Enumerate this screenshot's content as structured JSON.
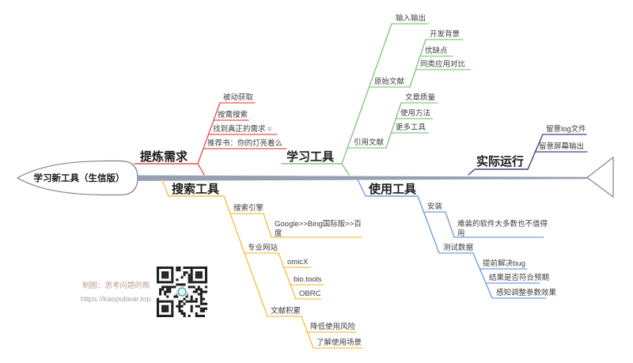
{
  "colors": {
    "red": "#e2574d",
    "yellow": "#f6c142",
    "green": "#85c97d",
    "blue": "#6f9fe0",
    "purple": "#45427e",
    "spine": "#97a0b0",
    "outline": "#7d8594",
    "qr_accent": "#45b8ae"
  },
  "center": {
    "title": "学习新工具（生信版）"
  },
  "branches": {
    "refine": {
      "label": "提炼需求",
      "items": {
        "passive": "被动获取",
        "on_demand": "按需搜索",
        "real_need": "找到真正的需求",
        "real_need_icon": "≡",
        "book": "推荐书：你的灯亮着么"
      }
    },
    "learn": {
      "label": "学习工具",
      "items": {
        "io": "输入输出",
        "original_paper": "原始文献",
        "dev_background": "开发背景",
        "pros_cons": "优缺点",
        "similar_apps": "同类应用对比",
        "citing_paper": "引用文献",
        "article_quality": "文章质量",
        "usage_method": "使用方法",
        "more_tools": "更多工具"
      }
    },
    "run": {
      "label": "实际运行",
      "items": {
        "log_file": "留意log文件",
        "screen_output": "留意屏幕输出"
      }
    },
    "search": {
      "label": "搜索工具",
      "items": {
        "engine": "搜索引擎",
        "engine_rank": {
          "line1": "Google>>Bing国际版>>百",
          "line2": "度"
        },
        "pro_sites": "专业网站",
        "omicx": "omicX",
        "biotools": "bio.tools",
        "obrc": "OBRC",
        "literature": "文献积累",
        "lower_risk": "降低使用风险",
        "know_scene": "了解使用场景"
      }
    },
    "use": {
      "label": "使用工具",
      "items": {
        "install": "安装",
        "hard_install": {
          "line1": "难装的软件大多数也不值得",
          "line2": "用"
        },
        "test_data": "测试数据",
        "fix_bug": "提前解决bug",
        "expected": "结果是否符合预期",
        "params": "感知调整参数效果"
      }
    }
  },
  "attribution": {
    "credit": "制图：思考问题的熊",
    "url": "https://kaopubear.top"
  }
}
